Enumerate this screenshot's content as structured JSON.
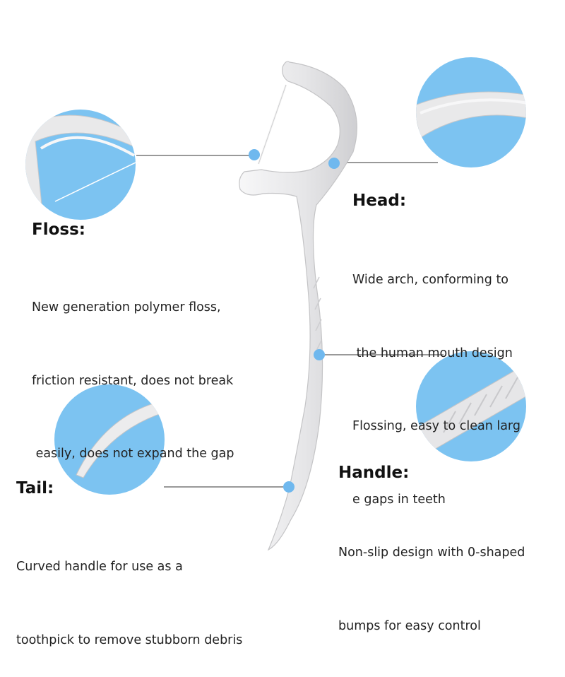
{
  "floss": {
    "title": "Floss:",
    "lines": [
      "New generation polymer floss,",
      "friction resistant, does not break",
      " easily, does not expand the gap"
    ]
  },
  "head": {
    "title": "Head:",
    "lines": [
      "Wide arch, conforming to",
      " the human mouth design",
      "Flossing, easy to clean larg",
      "e gaps in teeth"
    ]
  },
  "tail": {
    "title": "Tail:",
    "lines": [
      "Curved handle for use as a",
      "toothpick to remove stubborn debris"
    ]
  },
  "handle": {
    "title": "Handle:",
    "lines": [
      "Non-slip design with 0-shaped",
      "bumps for easy control"
    ]
  },
  "colors": {
    "circle": "#7cc3f1",
    "dot": "#6fb8ee",
    "plastic": "#e9e9ea",
    "plastic_edge": "#c4c4c6",
    "leader": "#333333"
  }
}
